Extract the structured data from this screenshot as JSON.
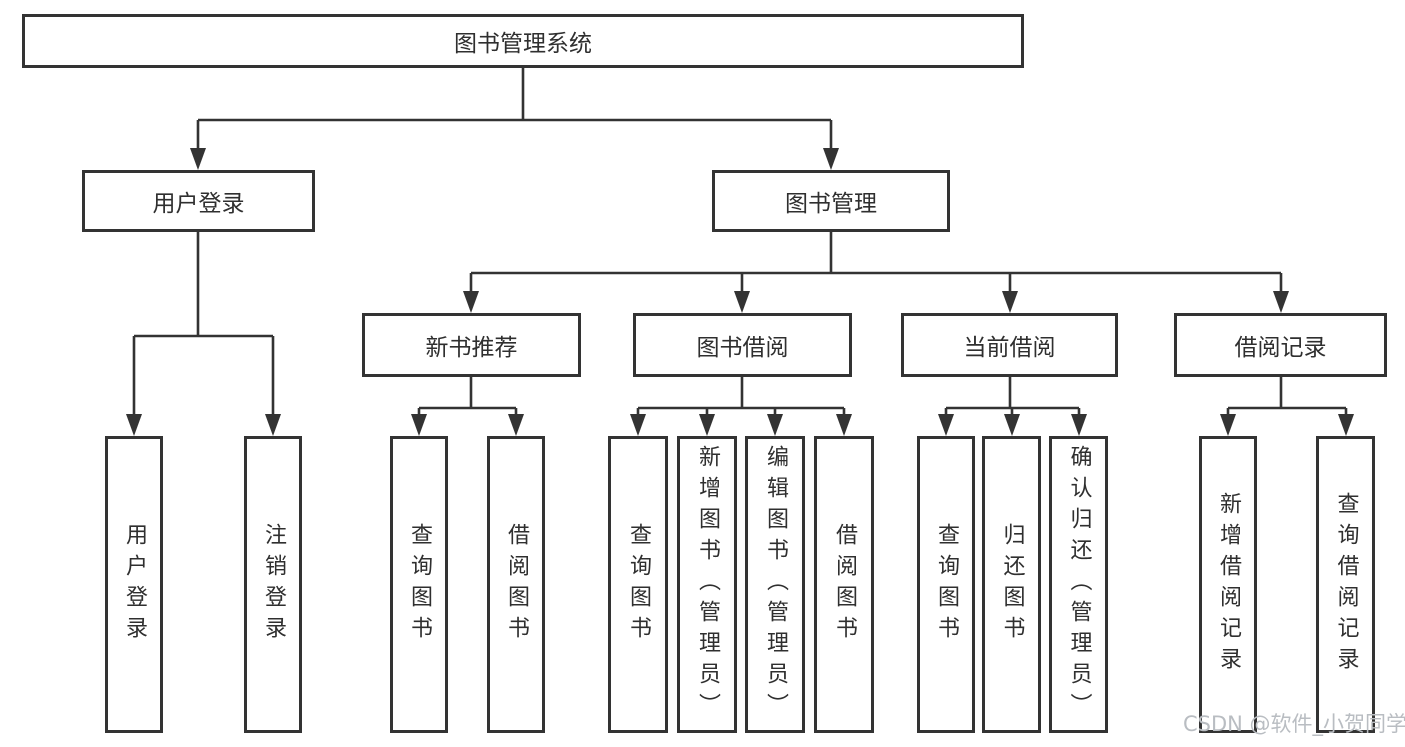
{
  "diagram_title": "图书管理系统",
  "tree": {
    "root": {
      "label": "图书管理系统"
    },
    "branches": [
      {
        "label": "用户登录",
        "leaves": [
          "用户登录",
          "注销登录"
        ]
      },
      {
        "label": "图书管理",
        "groups": [
          {
            "label": "新书推荐",
            "leaves": [
              "查询图书",
              "借阅图书"
            ]
          },
          {
            "label": "图书借阅",
            "leaves": [
              "查询图书",
              "新增图书（管理员）",
              "编辑图书（管理员）",
              "借阅图书"
            ]
          },
          {
            "label": "当前借阅",
            "leaves": [
              "查询图书",
              "归还图书",
              "确认归还（管理员）"
            ]
          },
          {
            "label": "借阅记录",
            "leaves": [
              "新增借阅记录",
              "查询借阅记录"
            ]
          }
        ]
      }
    ]
  },
  "watermark": "CSDN @软件_小贺同学",
  "colors": {
    "line": "#333333",
    "text": "#2f2f2f",
    "watermark": "#b9bdc2",
    "background": "#ffffff"
  }
}
